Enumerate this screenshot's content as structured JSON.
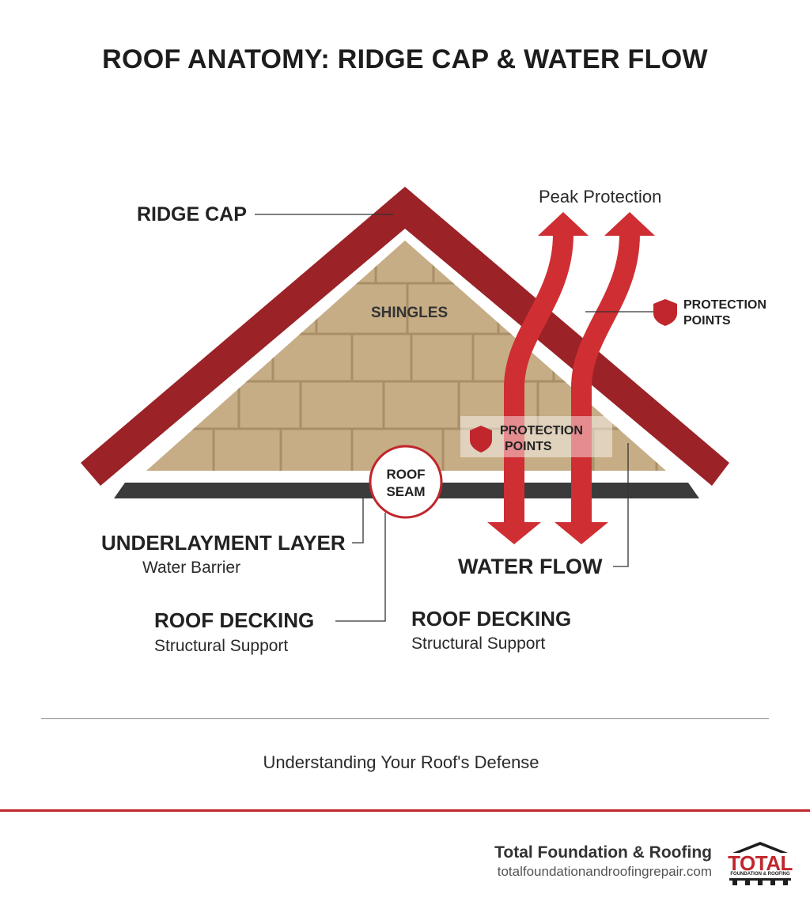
{
  "title": "ROOF ANATOMY: RIDGE CAP & WATER FLOW",
  "labels": {
    "ridge_cap": "RIDGE CAP",
    "peak_protection": "Peak Protection",
    "shingles": "SHINGLES",
    "protection_points_upper": [
      "PROTECTION",
      "POINTS"
    ],
    "protection_points_lower": [
      "PROTECTION",
      "POINTS"
    ],
    "roof_seam": [
      "ROOF",
      "SEAM"
    ],
    "underlayment_title": "UNDERLAYMENT LAYER",
    "underlayment_sub": "Water Barrier",
    "water_flow": "WATER FLOW",
    "decking_left_title": "ROOF DECKING",
    "decking_left_sub": "Structural Support",
    "decking_right_title": "ROOF DECKING",
    "decking_right_sub": "Structural Support"
  },
  "caption": "Understanding Your Roof's Defense",
  "brand": {
    "name": "Total Foundation & Roofing",
    "url": "totalfoundationandroofingrepair.com",
    "logo_text": "TOTAL",
    "logo_subtext": "FOUNDATION & ROOFING"
  },
  "colors": {
    "roof_red": "#9b2226",
    "arrow_red": "#cf2e33",
    "shingle_tan": "#c6ad86",
    "underlayment": "#3b3b3b",
    "accent_line": "#c0262c"
  }
}
